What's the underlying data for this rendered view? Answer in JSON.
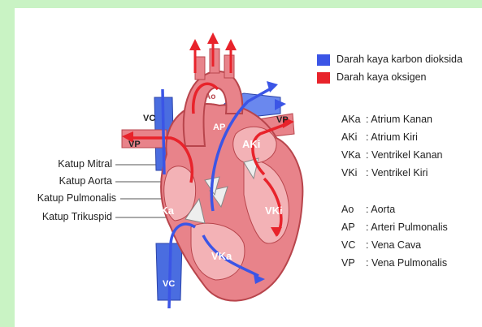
{
  "legend": [
    {
      "color": "#3b55e6",
      "label": "Darah kaya karbon dioksida"
    },
    {
      "color": "#e8232b",
      "label": "Darah kaya oksigen"
    }
  ],
  "abbreviations_chambers": [
    {
      "code": "AKa",
      "sep": ": ",
      "meaning": "Atrium Kanan"
    },
    {
      "code": "AKi",
      "sep": ": ",
      "meaning": "Atrium Kiri"
    },
    {
      "code": "VKa",
      "sep": ": ",
      "meaning": "Ventrikel Kanan"
    },
    {
      "code": "VKi",
      "sep": ": ",
      "meaning": "Ventrikel Kiri"
    }
  ],
  "abbreviations_vessels": [
    {
      "code": "Ao",
      "sep": ": ",
      "meaning": "Aorta"
    },
    {
      "code": "AP",
      "sep": ": ",
      "meaning": "Arteri Pulmonalis"
    },
    {
      "code": "VC",
      "sep": ": ",
      "meaning": "Vena Cava"
    },
    {
      "code": "VP",
      "sep": ": ",
      "meaning": "Vena Pulmonalis"
    }
  ],
  "valves": [
    "Katup Mitral",
    "Katup Aorta",
    "Katup Pulmonalis",
    "Katup Trikuspid"
  ],
  "heart_labels": {
    "ao": "Ao",
    "ap": "AP",
    "vc_top": "VC",
    "vp_left": "VP",
    "vp_right": "VP",
    "aki": "AKi",
    "aka": "AKa",
    "vki": "VKi",
    "vka": "VKa",
    "vc_bottom": "VC"
  },
  "colors": {
    "deoxygenated": "#3b55e6",
    "oxygenated": "#e8232b",
    "tissue": "#e8838a",
    "tissue_dark": "#b8454c",
    "frame": "#c9f3c4"
  }
}
